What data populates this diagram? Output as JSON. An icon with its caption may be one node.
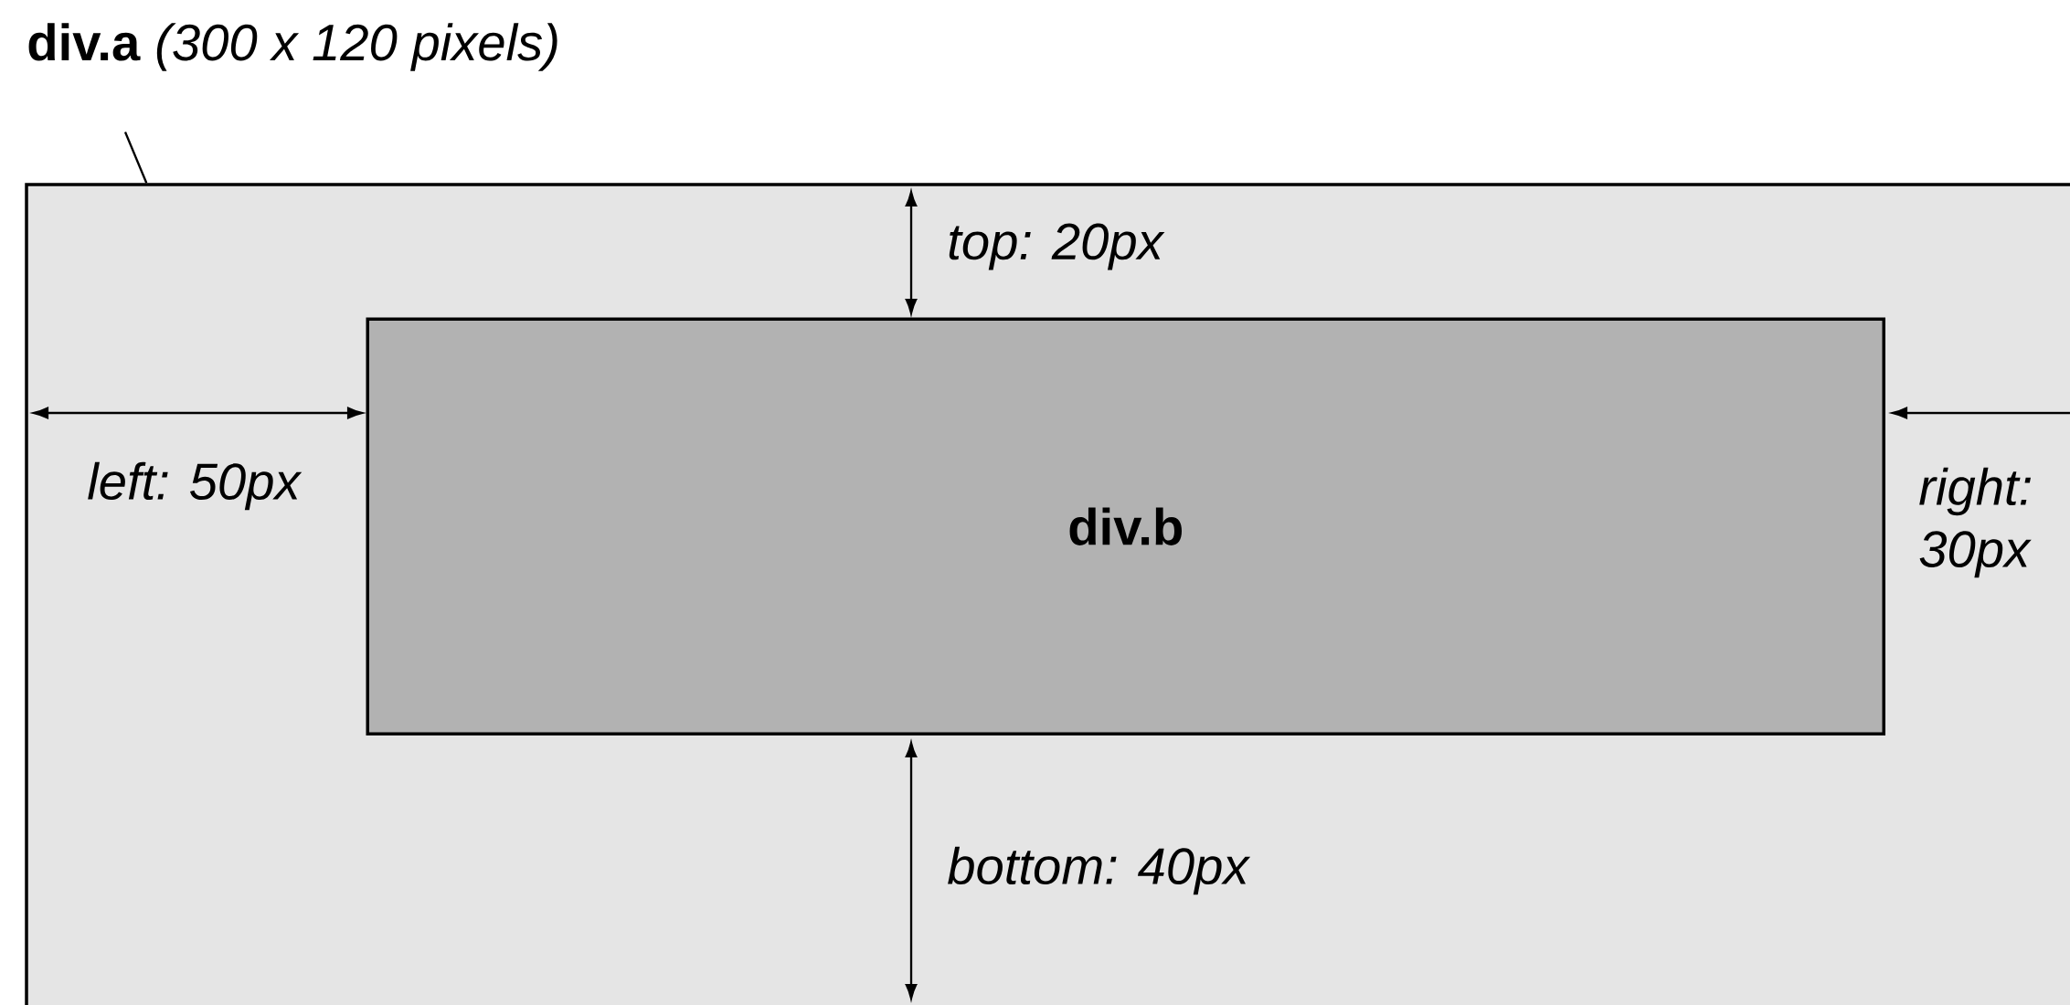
{
  "diagram": {
    "nodes": [
      {
        "text": [
          "**div.a** *(300 x 120 pixels)*"
        ]
      },
      {
        "text": [],
        "shape": "box"
      },
      {
        "text": [
          "div.b"
        ],
        "in": 1
      }
    ],
    "edges": [
      {
        "from": 0,
        "to": 1,
        "arrow": "none"
      }
    ],
    "labels": [
      "top: 20px",
      "left: 50px",
      "right: 30px",
      "bottom: 40px"
    ]
  }
}
